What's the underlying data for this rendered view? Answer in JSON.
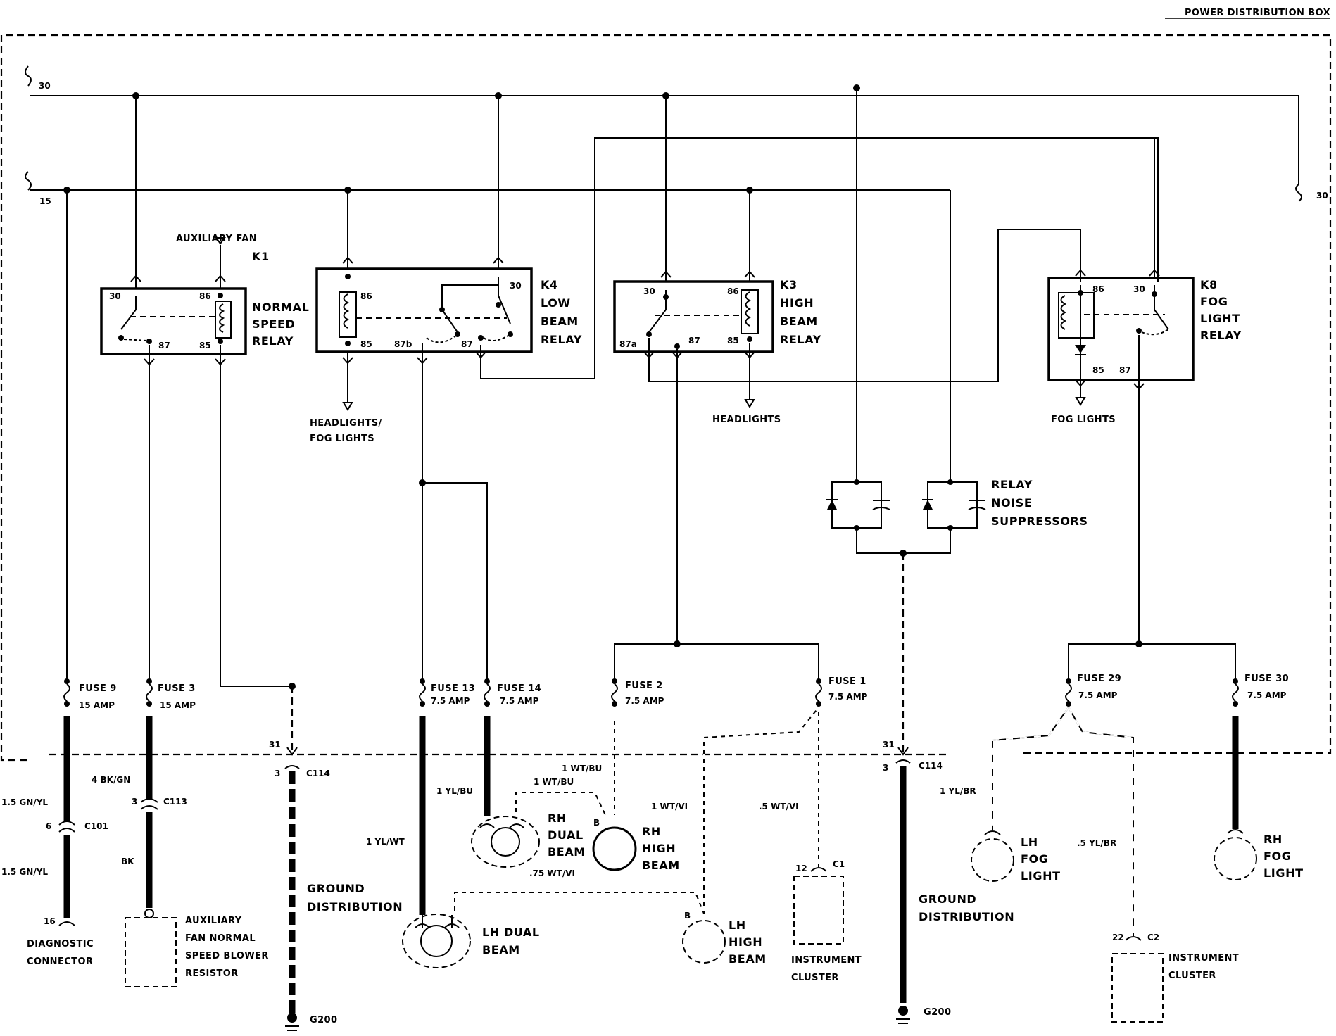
{
  "title": "POWER DISTRIBUTION BOX",
  "terminals": {
    "t30_left": "30",
    "t15_left": "15",
    "t30_right": "30"
  },
  "relays": {
    "k1": {
      "id": "K1",
      "lines": [
        "NORMAL",
        "SPEED",
        "RELAY"
      ],
      "pins": {
        "p30": "30",
        "p86": "86",
        "p87": "87",
        "p85": "85"
      }
    },
    "k4": {
      "id": "K4",
      "lines": [
        "LOW",
        "BEAM",
        "RELAY"
      ],
      "pins": {
        "p86": "86",
        "p30": "30",
        "p85": "85",
        "p87b": "87b",
        "p87": "87"
      }
    },
    "k3": {
      "id": "K3",
      "lines": [
        "HIGH",
        "BEAM",
        "RELAY"
      ],
      "pins": {
        "p30": "30",
        "p86": "86",
        "p87a": "87a",
        "p87": "87",
        "p85": "85"
      }
    },
    "k8": {
      "id": "K8",
      "lines": [
        "FOG",
        "LIGHT",
        "RELAY"
      ],
      "pins": {
        "p86": "86",
        "p30": "30",
        "p85": "85",
        "p87": "87"
      }
    }
  },
  "labels": {
    "aux_fan": "AUXILIARY FAN",
    "headlights_fog": [
      "HEADLIGHTS/",
      "FOG LIGHTS"
    ],
    "headlights": "HEADLIGHTS",
    "fog_lights": "FOG LIGHTS",
    "noise": [
      "RELAY",
      "NOISE",
      "SUPPRESSORS"
    ]
  },
  "fuses": {
    "f9": {
      "name": "FUSE 9",
      "rating": "15 AMP"
    },
    "f3": {
      "name": "FUSE 3",
      "rating": "15 AMP"
    },
    "f13": {
      "name": "FUSE 13",
      "rating": "7.5 AMP"
    },
    "f14": {
      "name": "FUSE 14",
      "rating": "7.5 AMP"
    },
    "f2": {
      "name": "FUSE 2",
      "rating": "7.5 AMP"
    },
    "f1": {
      "name": "FUSE 1",
      "rating": "7.5 AMP"
    },
    "f29": {
      "name": "FUSE 29",
      "rating": "7.5 AMP"
    },
    "f30": {
      "name": "FUSE 30",
      "rating": "7.5 AMP"
    }
  },
  "wires": {
    "w1": "1.5 GN/YL",
    "w2": "1.5 GN/YL",
    "w3": "4 BK/GN",
    "w4": "BK",
    "w5": "1 YL/WT",
    "w6": "1 YL/BU",
    "w7": "1 WT/BU",
    "w8": "1 WT/BU",
    "w9": ".75 WT/VI",
    "w10": "1 WT/VI",
    "w11": ".5 WT/VI",
    "w12": "1 YL/BR",
    "w13": ".5 YL/BR"
  },
  "connectors": {
    "c101": {
      "pin": "6",
      "name": "C101"
    },
    "c113": {
      "pin": "3",
      "name": "C113"
    },
    "c114a": {
      "pin_top": "31",
      "pin": "3",
      "name": "C114"
    },
    "c114b": {
      "pin_top": "31",
      "pin": "3",
      "name": "C114"
    },
    "diag": {
      "pin": "16"
    },
    "c1": {
      "pin": "12",
      "name": "C1"
    },
    "c2": {
      "pin": "22",
      "name": "C2"
    }
  },
  "components": {
    "diag_conn": [
      "DIAGNOSTIC",
      "CONNECTOR"
    ],
    "aux_resistor": [
      "AUXILIARY",
      "FAN NORMAL",
      "SPEED BLOWER",
      "RESISTOR"
    ],
    "ground1": [
      "GROUND",
      "DISTRIBUTION"
    ],
    "ground2": [
      "GROUND",
      "DISTRIBUTION"
    ],
    "g200a": "G200",
    "g200b": "G200",
    "rh_dual": [
      "RH",
      "DUAL",
      "BEAM"
    ],
    "rh_high": [
      "RH",
      "HIGH",
      "BEAM"
    ],
    "lh_dual": [
      "LH DUAL",
      "BEAM"
    ],
    "lh_high": [
      "LH",
      "HIGH",
      "BEAM"
    ],
    "instr1": [
      "INSTRUMENT",
      "CLUSTER"
    ],
    "instr2": [
      "INSTRUMENT",
      "CLUSTER"
    ],
    "lh_fog": [
      "LH",
      "FOG",
      "LIGHT"
    ],
    "rh_fog": [
      "RH",
      "FOG",
      "LIGHT"
    ],
    "b1": "B",
    "b2": "B"
  }
}
